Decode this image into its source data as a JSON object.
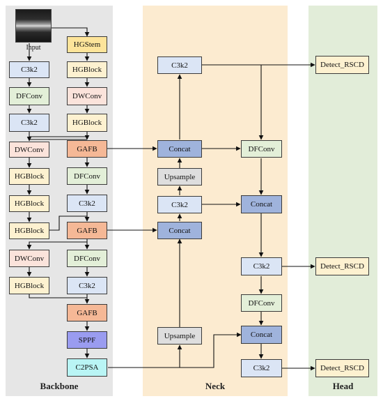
{
  "colors": {
    "backbone_bg": "#e6e6e6",
    "neck_bg": "#fcebd0",
    "head_bg": "#e2edd9",
    "c3k2": "#dbe5f5",
    "hgstem": "#fde49a",
    "hgblock": "#fdf1d0",
    "dfconv": "#e3efd8",
    "dwconv": "#fbe3db",
    "gafb": "#f5b896",
    "sppf": "#9a9cf0",
    "c2psa": "#b9f5f5",
    "concat": "#9fb3dc",
    "upsample": "#dedede",
    "detect": "#fdf1d0",
    "line": "#111111"
  },
  "panels": {
    "backbone": "Backbone",
    "neck": "Neck",
    "head": "Head"
  },
  "input_label": "Input",
  "nodes": {
    "hgstem": "HGStem",
    "b_c3k2_1": "C3k2",
    "hgblock_1": "HGBlock",
    "b_dfconv_1": "DFConv",
    "dwconv_1": "DWConv",
    "b_c3k2_2": "C3k2",
    "hgblock_2": "HGBlock",
    "dwconv_2": "DWConv",
    "gafb_1": "GAFB",
    "hgblock_3": "HGBlock",
    "b_dfconv_2": "DFConv",
    "hgblock_4": "HGBlock",
    "b_c3k2_3": "C3k2",
    "hgblock_5": "HGBlock",
    "gafb_2": "GAFB",
    "dwconv_3": "DWConv",
    "b_dfconv_3": "DFConv",
    "hgblock_6": "HGBlock",
    "b_c3k2_4": "C3k2",
    "gafb_3": "GAFB",
    "sppf": "SPPF",
    "c2psa": "C2PSA",
    "n_c3k2_top": "C3k2",
    "n_concat_1": "Concat",
    "n_upsample_1": "Upsample",
    "n_c3k2_mid": "C3k2",
    "n_concat_2": "Concat",
    "n_upsample_2": "Upsample",
    "n_dfconv_1": "DFConv",
    "n_concat_3": "Concat",
    "n_c3k2_3": "C3k2",
    "n_dfconv_2": "DFConv",
    "n_concat_4": "Concat",
    "n_c3k2_4": "C3k2",
    "detect_1": "Detect_RSCD",
    "detect_2": "Detect_RSCD",
    "detect_3": "Detect_RSCD"
  }
}
